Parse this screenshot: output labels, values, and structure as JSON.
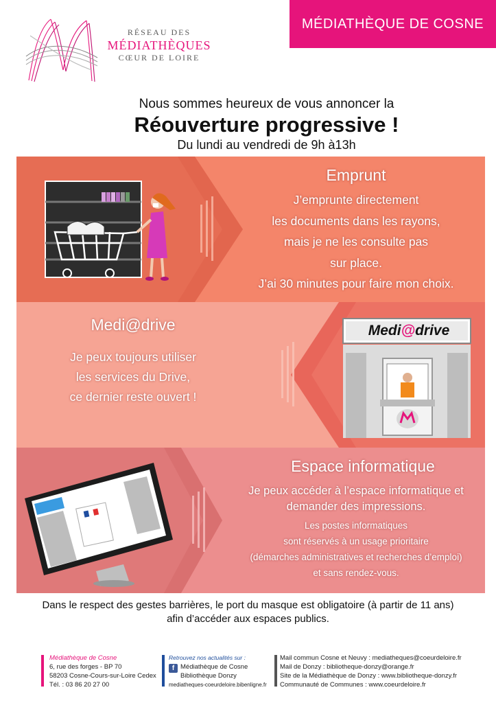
{
  "header": {
    "logo_line1": "RÉSEAU DES",
    "logo_line2": "MÉDIATHÈQUES",
    "logo_line3": "CŒUR DE LOIRE",
    "badge": "MÉDIATHÈQUE DE COSNE"
  },
  "intro": {
    "line1": "Nous sommes heureux de vous annoncer la",
    "title": "Réouverture progressive !",
    "hours": "Du lundi au vendredi de 9h à13h"
  },
  "panels": {
    "emprunt": {
      "title": "Emprunt",
      "lines": [
        "J’emprunte directement",
        "les documents dans les rayons,",
        "mais je ne les consulte pas",
        "sur place.",
        "J’ai 30 minutes pour faire mon choix."
      ]
    },
    "drive": {
      "title": "Medi@drive",
      "lines": [
        "Je peux toujours utiliser",
        "les services du Drive,",
        "ce dernier reste ouvert !"
      ],
      "sign_a": "Medi",
      "sign_at": "@",
      "sign_b": "drive"
    },
    "informatique": {
      "title": "Espace informatique",
      "lines_big": [
        "Je peux accéder à l’espace informatique et",
        "demander des impressions."
      ],
      "lines_small": [
        "Les postes informatiques",
        "sont réservés à un usage prioritaire",
        "(démarches administratives et recherches d’emploi)",
        "et sans rendez-vous."
      ]
    }
  },
  "notice": {
    "line1": "Dans le respect des gestes barrières, le port du masque est obligatoire (à partir de 11 ans)",
    "line2": "afin d’accéder aux espaces publics."
  },
  "footer": {
    "col1": {
      "head": "Médiathèque de Cosne",
      "lines": [
        "6, rue des forges - BP 70",
        "58203 Cosne-Cours-sur-Loire Cedex",
        "Tél. :  03 86 20 27 00"
      ]
    },
    "col2": {
      "head": "Retrouvez nos actualités sur :",
      "fb_line1": "Médiathèque de Cosne",
      "fb_line2": "Bibliothèque Donzy",
      "site": "mediatheques-coeurdeloire.bibenligne.fr"
    },
    "col3": {
      "lines": [
        "Mail commun Cosne et Neuvy : mediatheques@coeurdeloire.fr",
        "Mail de Donzy : bibliotheque-donzy@orange.fr",
        "Site de la Médiathèque de Donzy : www.bibliotheque-donzy.fr",
        "Communauté de Communes : www.coeurdeloire.fr"
      ]
    }
  },
  "colors": {
    "brand_pink": "#e6147b",
    "panel_emprunt": "#f4856a",
    "panel_drive": "#f6a494",
    "panel_informatique": "#ec8e8e",
    "facebook_blue": "#3b5998"
  },
  "icons": [
    "logo-m-icon",
    "bookshelf-cart-illustration",
    "drive-counter-illustration",
    "computer-screen-illustration",
    "facebook-icon"
  ]
}
